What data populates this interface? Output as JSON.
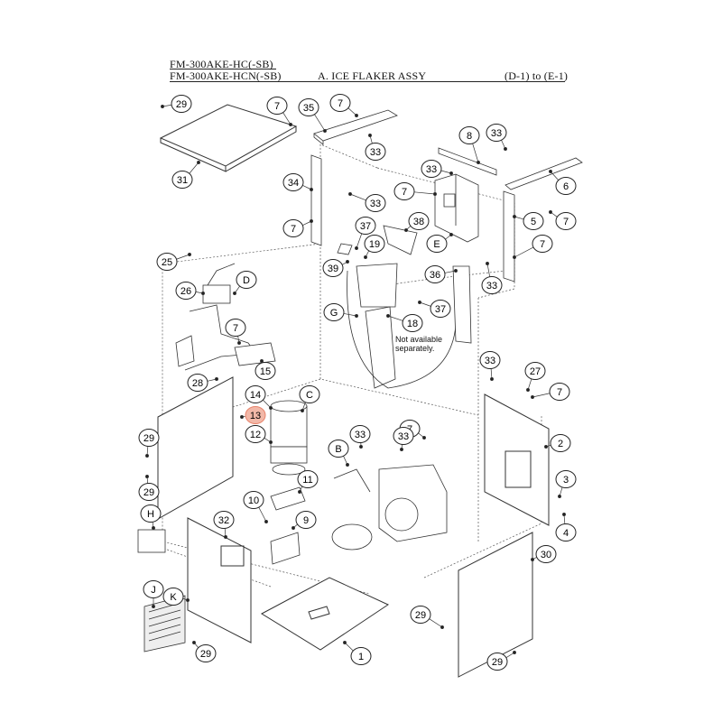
{
  "header": {
    "model_line_1": "FM-300AKE-HC(-SB)",
    "model_line_2": "FM-300AKE-HCN(-SB)",
    "assembly_title": "A. ICE FLAKER ASSY",
    "page_range": "(D-1) to (E-1)"
  },
  "note": {
    "line_1": "Not available",
    "line_2": "separately."
  },
  "callouts": [
    {
      "label": "29",
      "highlight": false
    },
    {
      "label": "7",
      "highlight": false
    },
    {
      "label": "35",
      "highlight": false
    },
    {
      "label": "7",
      "highlight": false
    },
    {
      "label": "33",
      "highlight": false
    },
    {
      "label": "33",
      "highlight": false
    },
    {
      "label": "8",
      "highlight": false
    },
    {
      "label": "33",
      "highlight": false
    },
    {
      "label": "31",
      "highlight": false
    },
    {
      "label": "6",
      "highlight": false
    },
    {
      "label": "34",
      "highlight": false
    },
    {
      "label": "33",
      "highlight": false
    },
    {
      "label": "7",
      "highlight": false
    },
    {
      "label": "7",
      "highlight": false
    },
    {
      "label": "37",
      "highlight": false
    },
    {
      "label": "38",
      "highlight": false
    },
    {
      "label": "5",
      "highlight": false
    },
    {
      "label": "7",
      "highlight": false
    },
    {
      "label": "7",
      "highlight": false
    },
    {
      "label": "19",
      "highlight": false
    },
    {
      "label": "E",
      "highlight": false
    },
    {
      "label": "7",
      "highlight": false
    },
    {
      "label": "25",
      "highlight": false
    },
    {
      "label": "39",
      "highlight": false
    },
    {
      "label": "36",
      "highlight": false
    },
    {
      "label": "33",
      "highlight": false
    },
    {
      "label": "D",
      "highlight": false
    },
    {
      "label": "26",
      "highlight": false
    },
    {
      "label": "37",
      "highlight": false
    },
    {
      "label": "G",
      "highlight": false
    },
    {
      "label": "18",
      "highlight": false
    },
    {
      "label": "7",
      "highlight": false
    },
    {
      "label": "15",
      "highlight": false
    },
    {
      "label": "33",
      "highlight": false
    },
    {
      "label": "27",
      "highlight": false
    },
    {
      "label": "28",
      "highlight": false
    },
    {
      "label": "14",
      "highlight": false
    },
    {
      "label": "C",
      "highlight": false
    },
    {
      "label": "7",
      "highlight": false
    },
    {
      "label": "13",
      "highlight": true
    },
    {
      "label": "33",
      "highlight": false
    },
    {
      "label": "33",
      "highlight": false
    },
    {
      "label": "12",
      "highlight": false
    },
    {
      "label": "29",
      "highlight": false
    },
    {
      "label": "B",
      "highlight": false
    },
    {
      "label": "2",
      "highlight": false
    },
    {
      "label": "11",
      "highlight": false
    },
    {
      "label": "29",
      "highlight": false
    },
    {
      "label": "3",
      "highlight": false
    },
    {
      "label": "10",
      "highlight": false
    },
    {
      "label": "H",
      "highlight": false
    },
    {
      "label": "32",
      "highlight": false
    },
    {
      "label": "9",
      "highlight": false
    },
    {
      "label": "4",
      "highlight": false
    },
    {
      "label": "30",
      "highlight": false
    },
    {
      "label": "J",
      "highlight": false
    },
    {
      "label": "K",
      "highlight": false
    },
    {
      "label": "29",
      "highlight": false
    },
    {
      "label": "29",
      "highlight": false
    },
    {
      "label": "1",
      "highlight": false
    },
    {
      "label": "29",
      "highlight": false
    }
  ],
  "colors": {
    "line": "#333333",
    "highlight_fill": "#f2b8a8",
    "highlight_stroke": "#e8826a"
  }
}
